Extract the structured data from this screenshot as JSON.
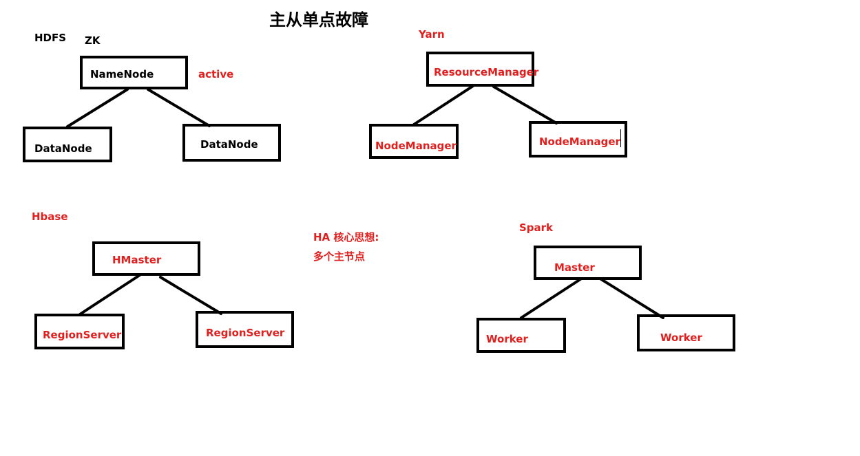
{
  "title": "主从单点故障",
  "colors": {
    "black": "#000000",
    "red": "#e0201f"
  },
  "labels": {
    "hdfs": "HDFS",
    "zk": "ZK",
    "active": "active",
    "yarn": "Yarn",
    "hbase": "Hbase",
    "spark": "Spark",
    "ha_line1": "HA 核心思想:",
    "ha_line2": "多个主节点"
  },
  "hdfs": {
    "master": "NameNode",
    "worker1": "DataNode",
    "worker2": "DataNode"
  },
  "yarn": {
    "master": "ResourceManager",
    "worker1": "NodeManager",
    "worker2": "NodeManager"
  },
  "hbase": {
    "master": "HMaster",
    "worker1": "RegionServer",
    "worker2": "RegionServer"
  },
  "spark": {
    "master": "Master",
    "worker1": "Worker",
    "worker2": "Worker"
  }
}
